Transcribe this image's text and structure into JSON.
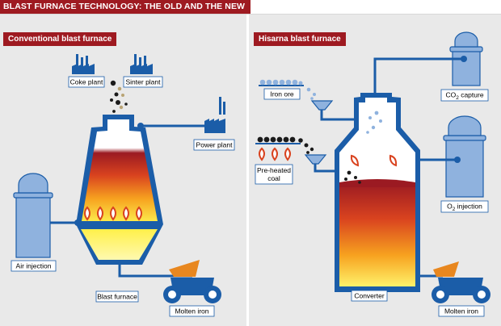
{
  "title": "BLAST FURNACE TECHNOLOGY: THE OLD AND THE NEW",
  "conventional": {
    "heading": "Conventional blast furnace",
    "labels": {
      "coke_plant": "Coke plant",
      "sinter_plant": "Sinter plant",
      "power_plant": "Power plant",
      "air_injection": "Air injection",
      "blast_furnace": "Blast furnace",
      "molten_iron": "Molten iron"
    }
  },
  "hisarna": {
    "heading": "Hisarna blast furnace",
    "labels": {
      "iron_ore": "Iron ore",
      "co2_capture_prefix": "CO",
      "co2_capture_sub": "2",
      "co2_capture_suffix": " capture",
      "preheated_coal_line1": "Pre-heated",
      "preheated_coal_line2": "coal",
      "o2_injection_prefix": "O",
      "o2_injection_sub": "2",
      "o2_injection_suffix": " injection",
      "converter": "Converter",
      "molten_iron": "Molten iron"
    }
  },
  "colors": {
    "accent_red": "#9e1a21",
    "pipe_blue": "#1b5da8",
    "tank_blue": "#8fb2de",
    "panel_grey": "#e9e9e9",
    "flame_orange": "#f07b1c",
    "molten_orange": "#e8871f"
  }
}
